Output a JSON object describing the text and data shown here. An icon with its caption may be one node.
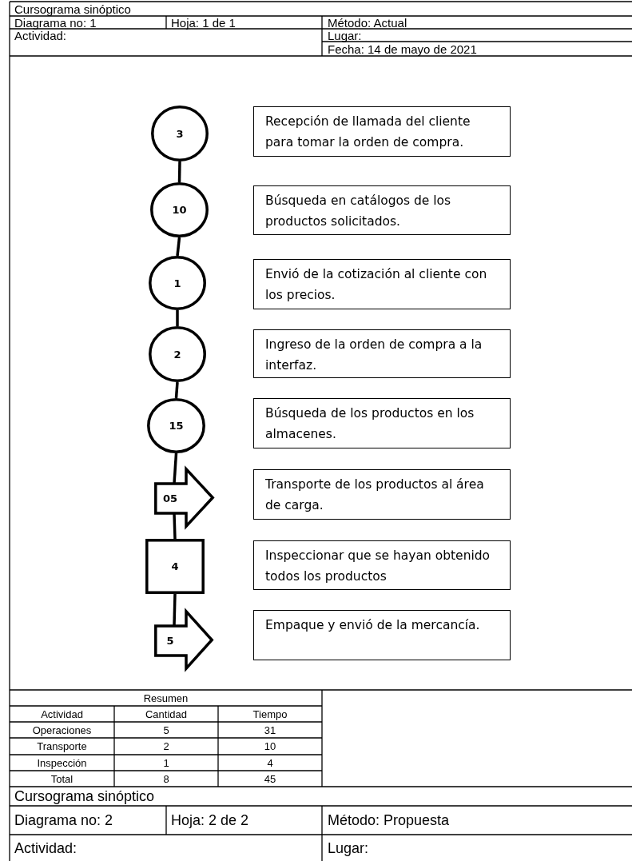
{
  "diagram": {
    "nodes": [
      {
        "text": [
          "3"
        ]
      },
      {
        "text": [
          "Recepción de llamada del cliente para tomar la orden de compra."
        ]
      },
      {
        "text": [
          "10"
        ]
      },
      {
        "text": [
          "Búsqueda en catálogos de los productos solicitados."
        ]
      },
      {
        "text": [
          "1"
        ]
      },
      {
        "text": [
          "Envió de la cotización al cliente con los precios."
        ]
      },
      {
        "text": [
          "2"
        ]
      },
      {
        "text": [
          "Ingreso de la orden de compra a la interfaz."
        ]
      },
      {
        "text": [
          "15"
        ]
      },
      {
        "text": [
          "Búsqueda de los productos en los almacenes."
        ]
      },
      {
        "text": [
          "05"
        ]
      },
      {
        "text": [
          "Transporte de los productos al área de carga."
        ]
      },
      {
        "text": [
          "4"
        ]
      },
      {
        "text": [
          "Inspeccionar que se hayan obtenido todos los productos"
        ]
      },
      {
        "text": [
          "5"
        ]
      },
      {
        "text": [
          "Empaque y envió de la mercancía."
        ]
      }
    ],
    "edges": [
      {
        "from": 0,
        "to": 2,
        "arrow": "none"
      },
      {
        "from": 2,
        "to": 4,
        "arrow": "none"
      },
      {
        "from": 4,
        "to": 6,
        "arrow": "none"
      },
      {
        "from": 6,
        "to": 8,
        "arrow": "none"
      },
      {
        "from": 8,
        "to": 10,
        "arrow": "none"
      },
      {
        "from": 10,
        "to": 12,
        "arrow": "none"
      },
      {
        "from": 12,
        "to": 14,
        "arrow": "none"
      }
    ],
    "labels": [
      "Cursograma sinóptico",
      "Diagrama no: 1",
      "Hoja: 1 de 1",
      "Método: Actual",
      "Actividad:",
      "Lugar:",
      "Fecha: 14 de mayo de 2021",
      "Resumen",
      "Actividad",
      "Cantidad",
      "Tiempo",
      "Operaciones",
      "5",
      "31",
      "Transporte",
      "2",
      "10",
      "Inspección",
      "1",
      "4",
      "Total",
      "8",
      "45",
      "Cursograma sinóptico",
      "Diagrama no: 2",
      "Hoja: 2 de 2",
      "Método: Propuesta",
      "Actividad:",
      "Lugar:"
    ]
  }
}
